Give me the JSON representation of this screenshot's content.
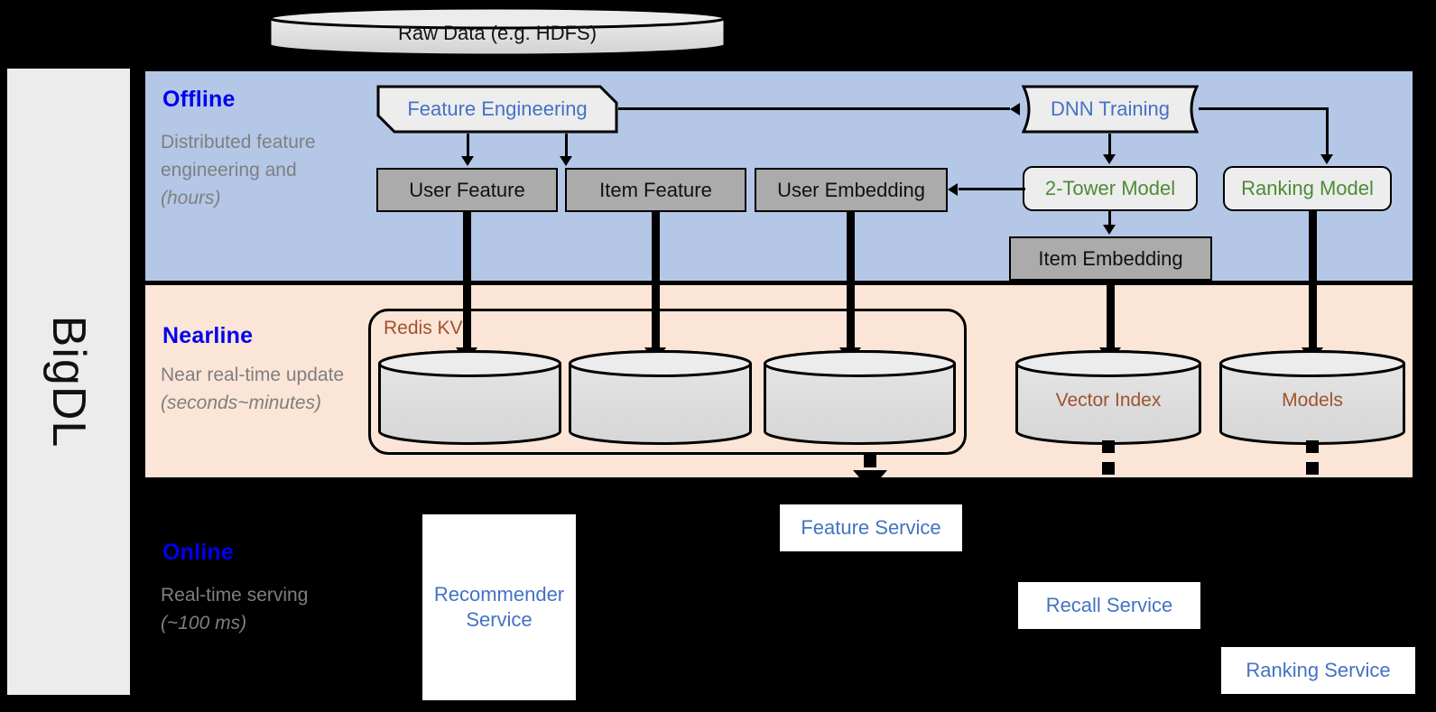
{
  "framework": {
    "name": "BigDL"
  },
  "source": {
    "label": "Raw Data (e.g. HDFS)"
  },
  "bands": [
    {
      "title": "Offline",
      "subtitle": "Distributed feature engineering and ",
      "subtitle_italic": "(hours)"
    },
    {
      "title": "Nearline",
      "subtitle": "Near real-time update ",
      "subtitle_italic": "(seconds~minutes)"
    },
    {
      "title": "Online",
      "subtitle": "Real-time serving ",
      "subtitle_italic": "(~100 ms)"
    }
  ],
  "offline": {
    "feature_engineering": "Feature Engineering",
    "dnn_training": "DNN Training",
    "user_feature": "User Feature",
    "item_feature": "Item Feature",
    "user_embedding": "User Embedding",
    "two_tower_model": "2-Tower Model",
    "ranking_model": "Ranking Model",
    "item_embedding": "Item Embedding"
  },
  "nearline": {
    "redis_label": "Redis KV",
    "stores": [
      "",
      "",
      ""
    ],
    "vector_index": "Vector Index",
    "models": "Models"
  },
  "online": {
    "recommender_service": "Recommender Service",
    "feature_service": "Feature Service",
    "recall_service": "Recall Service",
    "ranking_service": "Ranking Service"
  },
  "colors": {
    "offline_band": "#b4c7e7",
    "nearline_band": "#fbe5d6",
    "online_band": "#000000",
    "band_title": "#0000ee",
    "band_subtitle": "#7f7f7f",
    "blue_text": "#4472c4",
    "green_text": "#4e8b35",
    "brown_text": "#a0522d",
    "gray_box": "#ababab",
    "light_box": "#ededed",
    "sidebar": "#ececec"
  }
}
